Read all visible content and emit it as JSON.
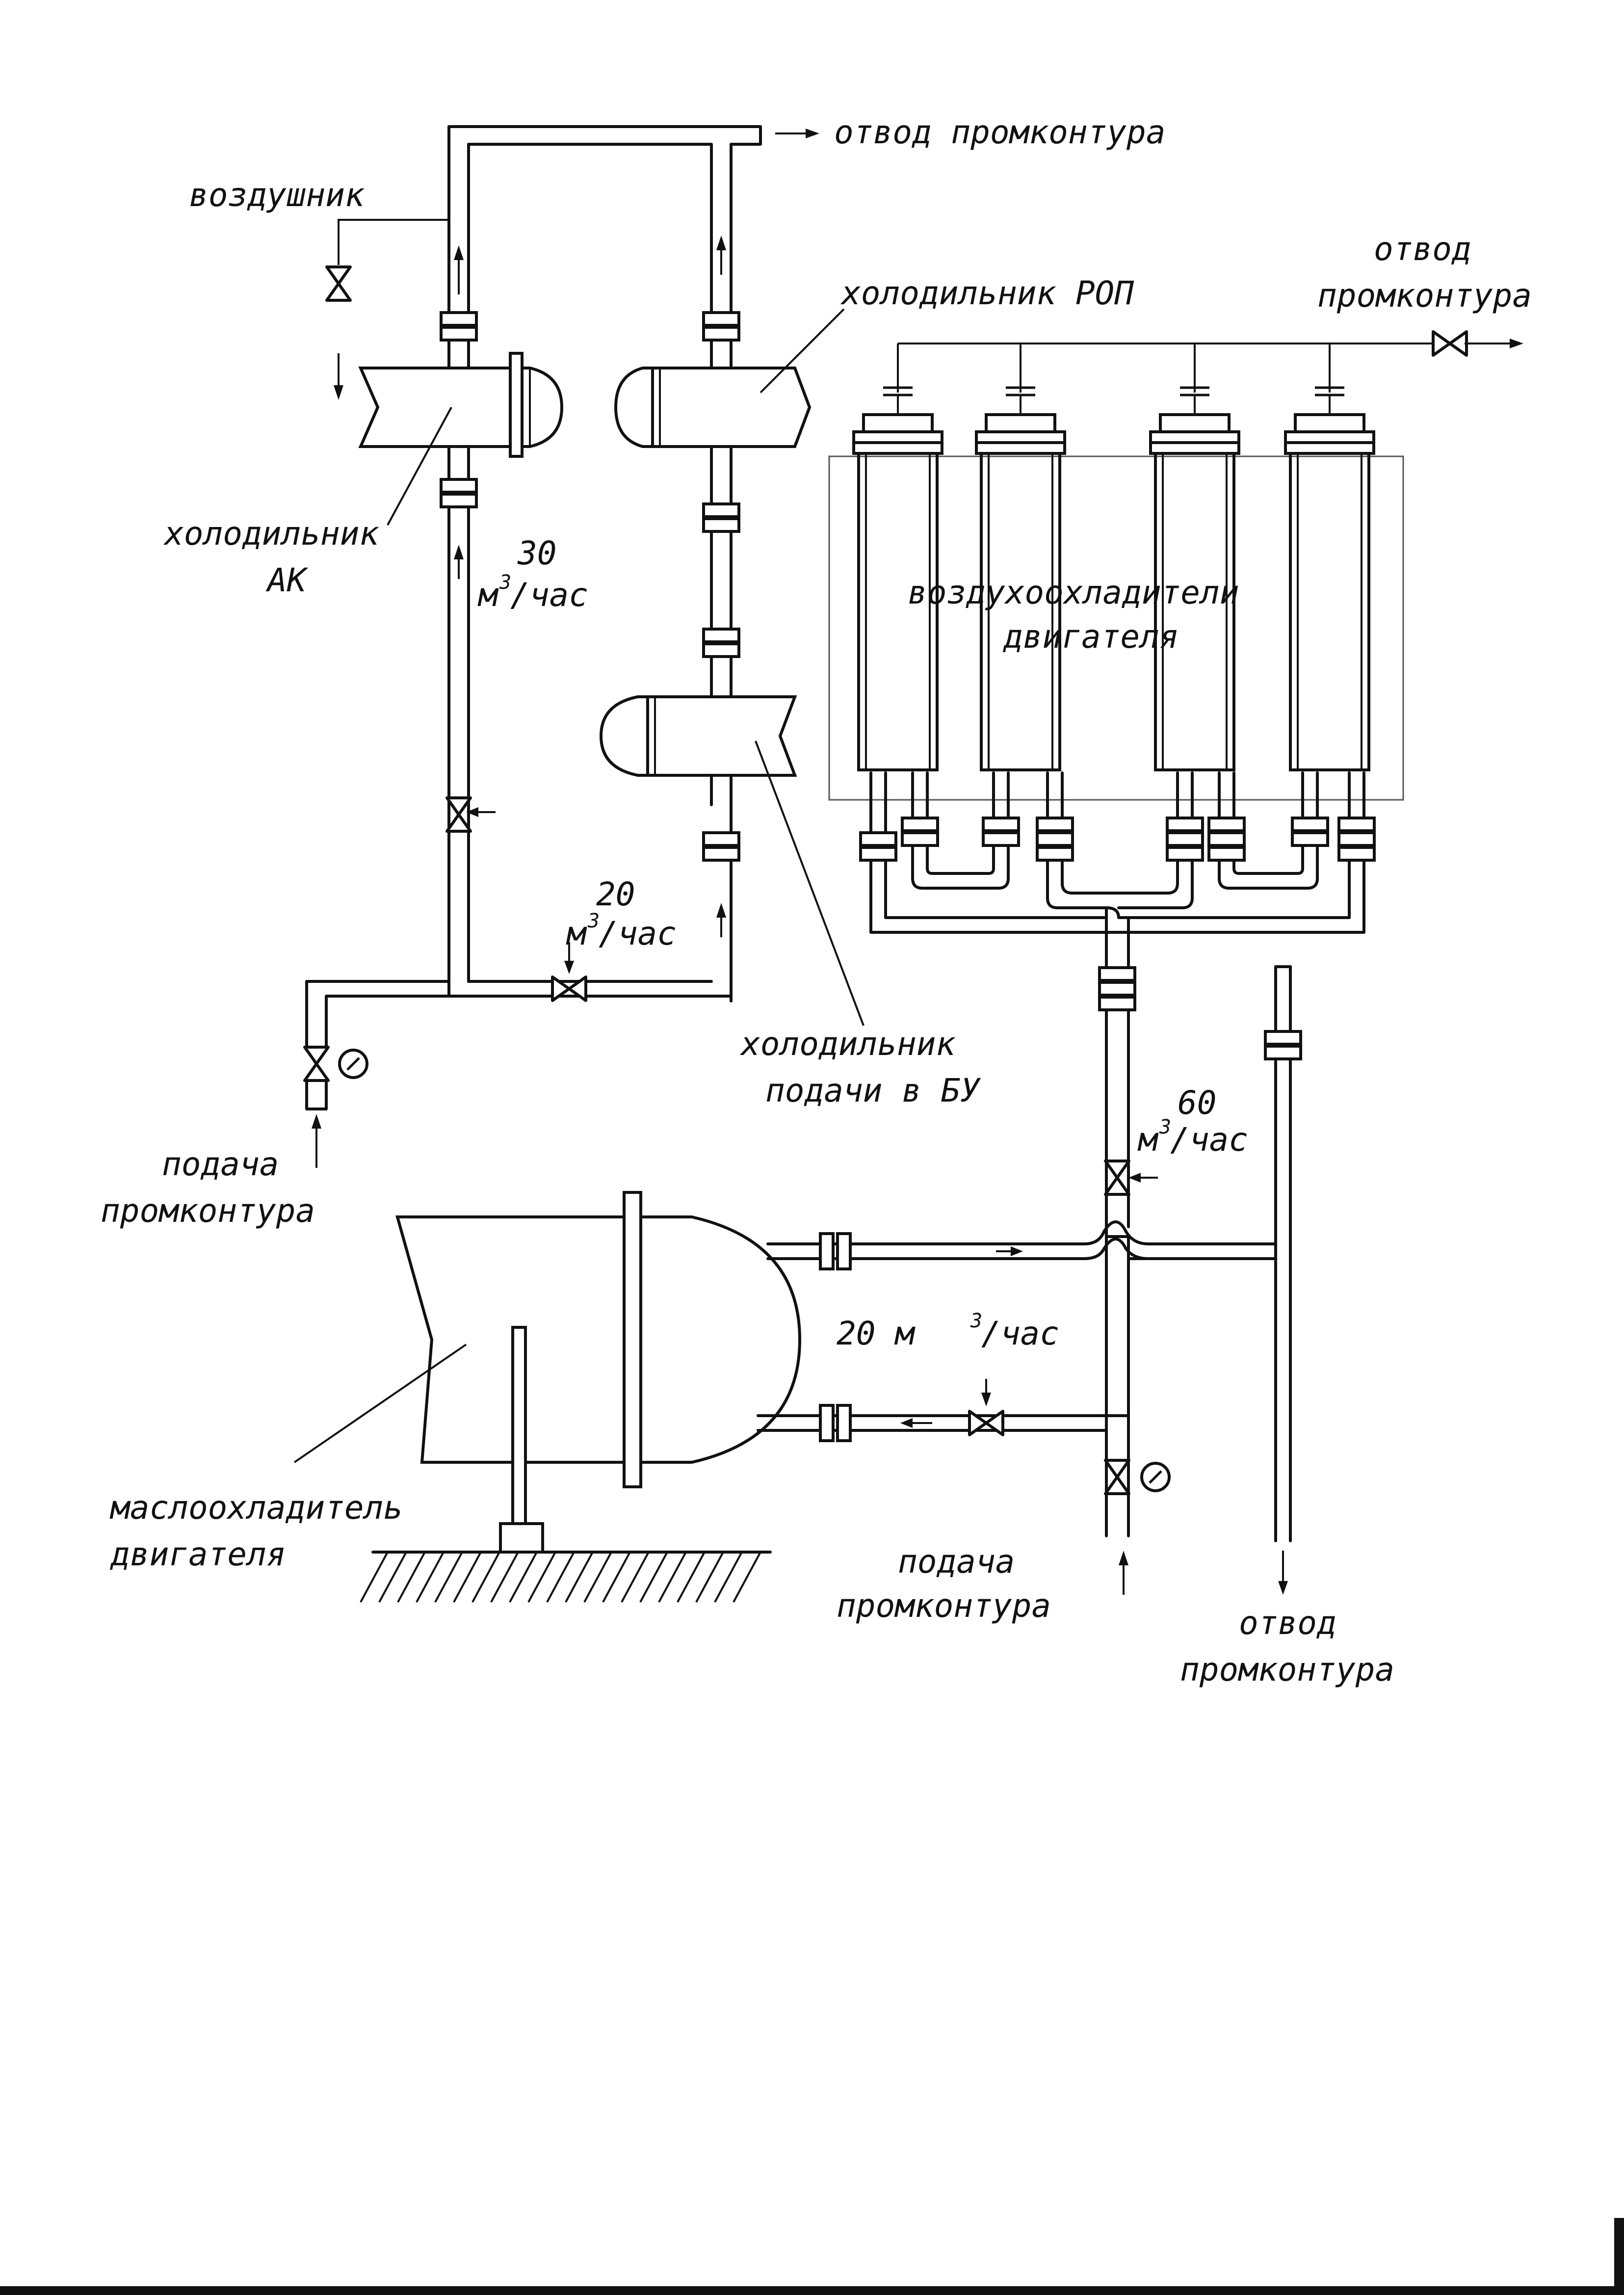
{
  "labels": {
    "otvod_top": "отвод промконтура",
    "vozdushnik": "воздушник",
    "otvod_right_1": "отвод",
    "otvod_right_2": "промконтура",
    "holod_rop": "холодильник РОП",
    "holod_ak_1": "холодильник",
    "holod_ak_2": "АК",
    "flow_30_num": "30",
    "flow_30_unit_a": "м",
    "flow_30_unit_sup": "3",
    "flow_30_unit_b": "/час",
    "vozduhoohl_1": "воздухоохладители",
    "vozduhoohl_2": "двигателя",
    "flow_20a_num": "20",
    "flow_20a_unit_a": "м",
    "flow_20a_unit_sup": "3",
    "flow_20a_unit_b": "/час",
    "holod_bu_1": "холодильник",
    "holod_bu_2": "подачи в БУ",
    "flow_60_num": "60",
    "flow_60_unit_a": "м",
    "flow_60_unit_sup": "3",
    "flow_60_unit_b": "/час",
    "podacha_left_1": "подача",
    "podacha_left_2": "промконтура",
    "flow_20b_a": "20 м",
    "flow_20b_sup": "3",
    "flow_20b_b": "/час",
    "maslo_1": "маслоохладитель",
    "maslo_2": "двигателя",
    "podacha_mid_1": "подача",
    "podacha_mid_2": "промконтура",
    "otvod_bottom_1": "отвод",
    "otvod_bottom_2": "промконтура"
  },
  "icons": [
    "valve-icon",
    "pressure-gauge-icon",
    "flow-arrow-icon",
    "flange-icon",
    "heat-exchanger-icon",
    "air-cooler-icon",
    "ground-hatch-icon"
  ]
}
